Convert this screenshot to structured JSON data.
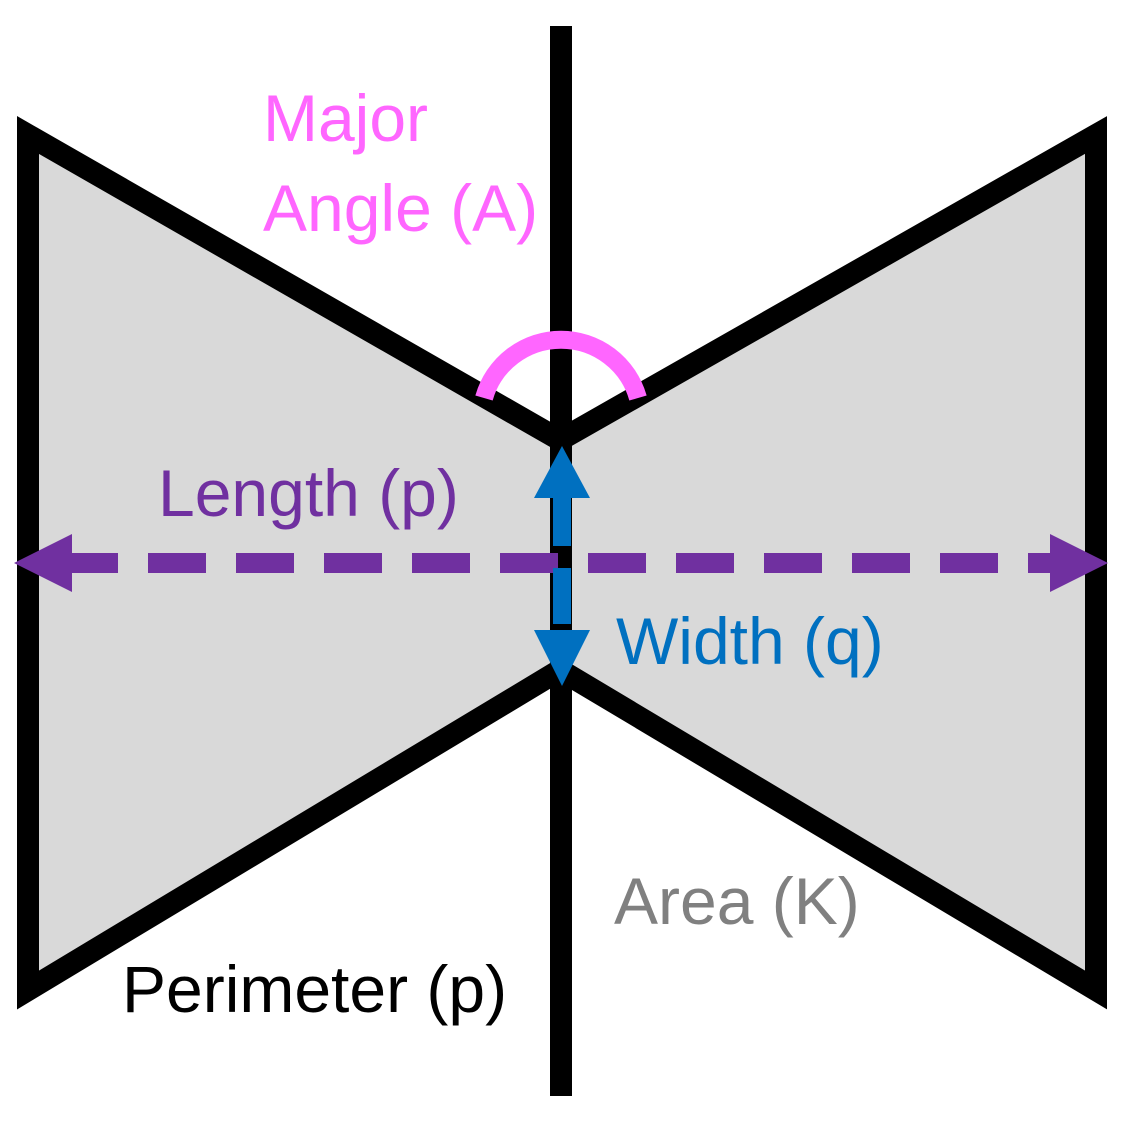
{
  "labels": {
    "major_angle_line1": "Major",
    "major_angle_line2": "Angle (A)",
    "length": "Length (p)",
    "width": "Width (q)",
    "area": "Area (K)",
    "perimeter": "Perimeter (p)"
  },
  "colors": {
    "major_angle": "#FF66FF",
    "length": "#7030A0",
    "width": "#0070C0",
    "area": "#808080",
    "perimeter": "#000000",
    "shape_fill": "#D9D9D9",
    "outline": "#000000"
  }
}
